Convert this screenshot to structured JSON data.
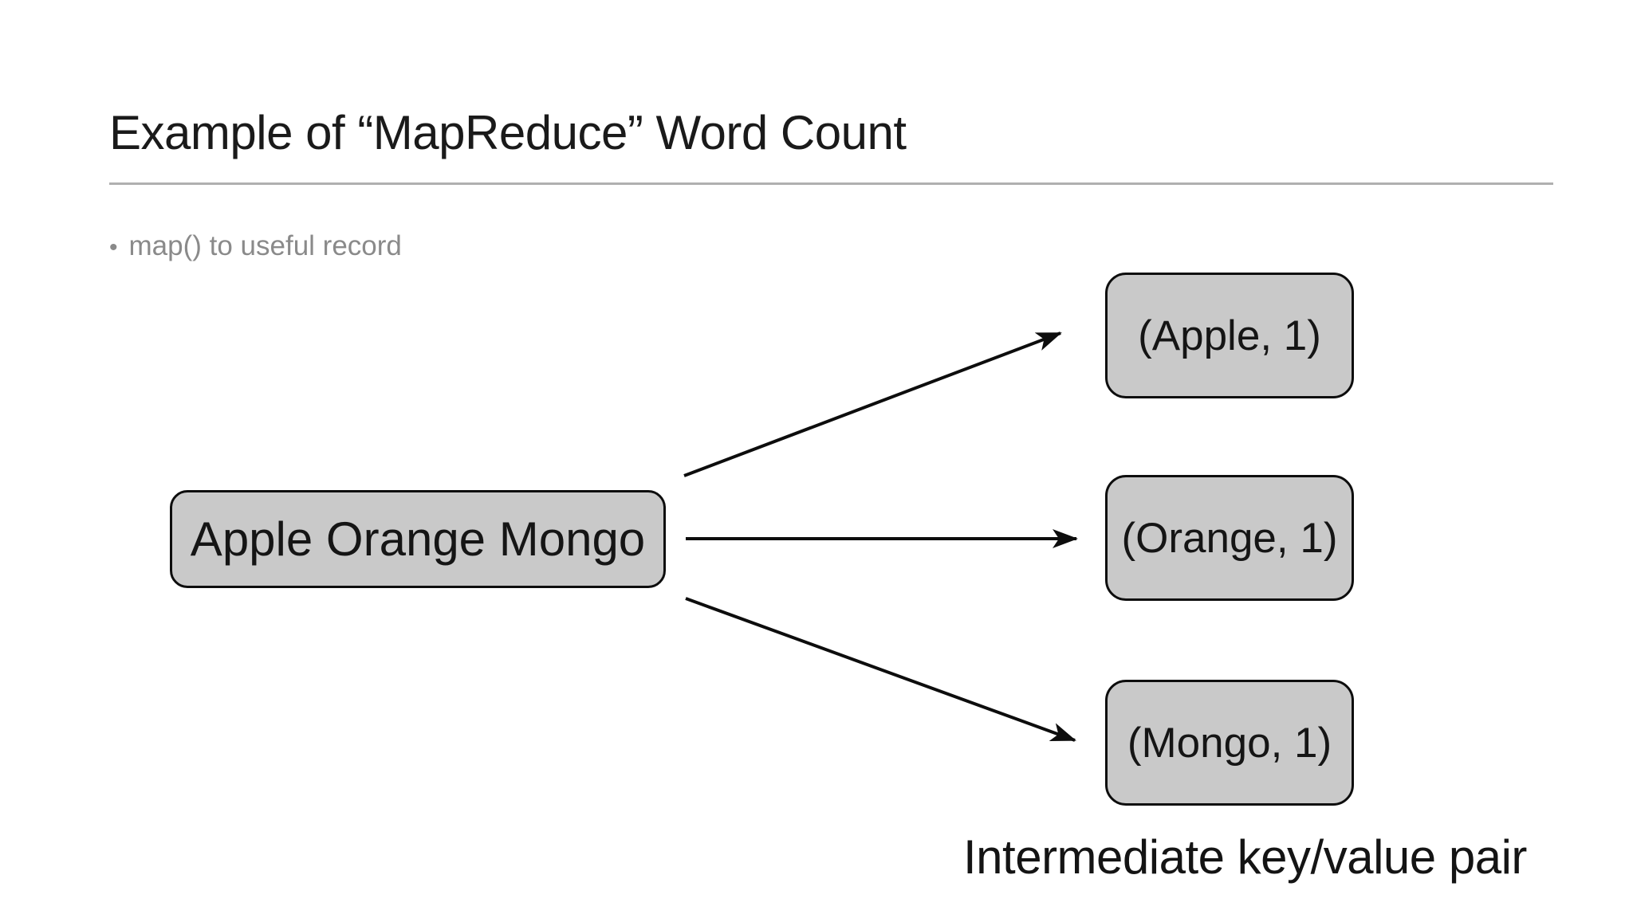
{
  "slide": {
    "title": "Example of “MapReduce” Word Count",
    "bullet": {
      "marker": "•",
      "text": "map() to useful record"
    },
    "caption": "Intermediate key/value pair"
  },
  "diagram": {
    "source_box": {
      "label": "Apple Orange Mongo"
    },
    "output_boxes": [
      {
        "label": "(Apple, 1)"
      },
      {
        "label": "(Orange, 1)"
      },
      {
        "label": "(Mongo, 1)"
      }
    ]
  },
  "colors": {
    "background": "#ffffff",
    "title_text": "#1a1a1a",
    "bullet_text": "#8a8a8a",
    "rule": "#b0b0b0",
    "box_fill": "#c9c9c9",
    "box_border": "#0d0d0d",
    "box_text": "#151515",
    "arrow": "#0d0d0d",
    "caption_text": "#141414"
  }
}
